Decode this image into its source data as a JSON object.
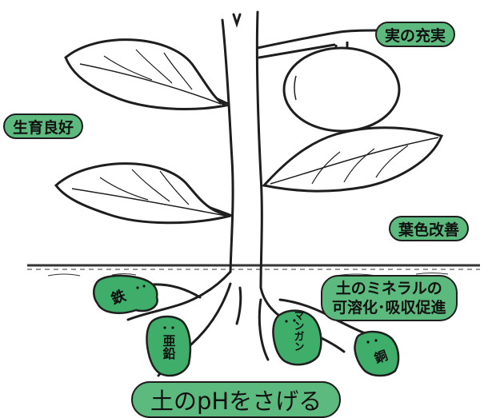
{
  "labels": {
    "fruiting": "実の充実",
    "growth": "生育良好",
    "leaf_color": "葉色改善",
    "minerals_line1": "土のミネラルの",
    "minerals_line2": "可溶化･吸収促進",
    "soil_ph": "土のpHをさげる"
  },
  "critters": {
    "iron": "鉄",
    "zinc": "亜鉛",
    "manganese": "マンガン",
    "copper": "銅"
  },
  "colors": {
    "label_fill": "#5dba7e",
    "critter_fill": "#3fae6a",
    "outline": "#1e1e1e",
    "ground": "#333333"
  }
}
